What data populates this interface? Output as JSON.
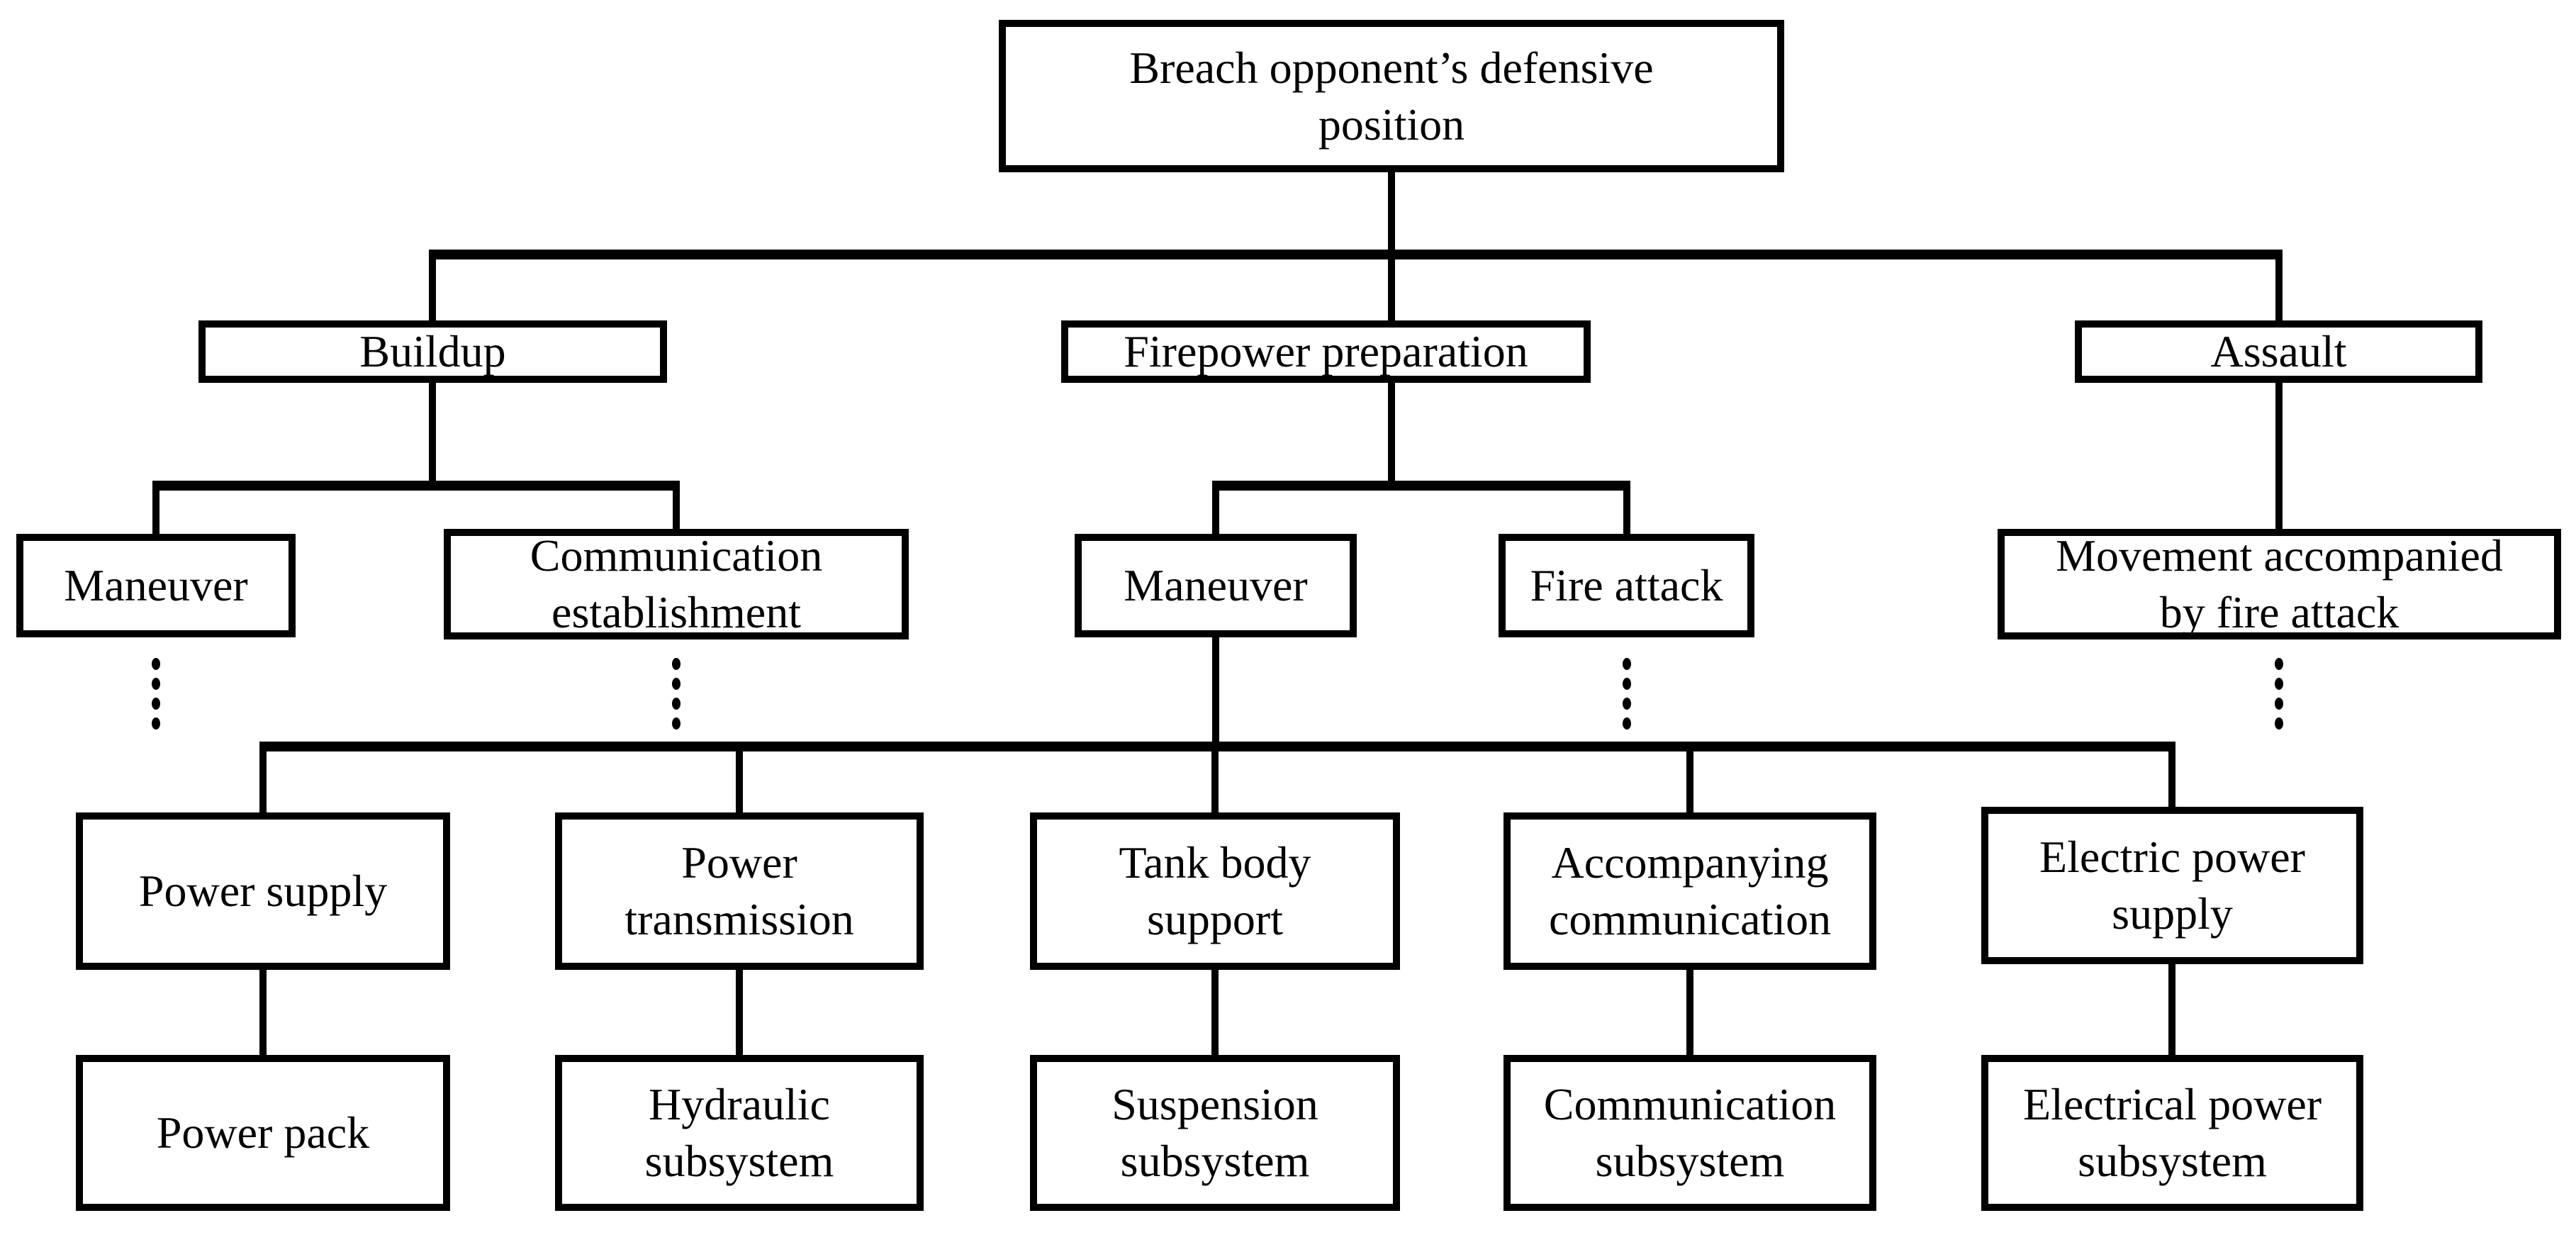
{
  "diagram": {
    "type": "hierarchy-tree",
    "colors": {
      "line": "#000000",
      "background": "#ffffff",
      "text": "#000000"
    },
    "nodes": {
      "root": {
        "label": "Breach opponent’s defensive\nposition",
        "level": 0
      },
      "buildup": {
        "label": "Buildup",
        "level": 1
      },
      "firepower_preparation": {
        "label": "Firepower preparation",
        "level": 1
      },
      "assault": {
        "label": "Assault",
        "level": 1
      },
      "maneuver_buildup": {
        "label": "Maneuver",
        "level": 2
      },
      "communication_establishment": {
        "label": "Communication\nestablishment",
        "level": 2
      },
      "maneuver_firepower": {
        "label": "Maneuver",
        "level": 2
      },
      "fire_attack": {
        "label": "Fire attack",
        "level": 2
      },
      "movement_accompanied": {
        "label": "Movement accompanied\nby fire attack",
        "level": 2
      },
      "power_supply": {
        "label": "Power supply",
        "level": 3
      },
      "power_transmission": {
        "label": "Power\ntransmission",
        "level": 3
      },
      "tank_body_support": {
        "label": "Tank body\nsupport",
        "level": 3
      },
      "accompanying_communication": {
        "label": "Accompanying\ncommunication",
        "level": 3
      },
      "electric_power_supply": {
        "label": "Electric power\nsupply",
        "level": 3
      },
      "power_pack": {
        "label": "Power pack",
        "level": 4
      },
      "hydraulic_subsystem": {
        "label": "Hydraulic\nsubsystem",
        "level": 4
      },
      "suspension_subsystem": {
        "label": "Suspension\nsubsystem",
        "level": 4
      },
      "communication_subsystem": {
        "label": "Communication\nsubsystem",
        "level": 4
      },
      "electrical_power_subsystem": {
        "label": "Electrical power\nsubsystem",
        "level": 4
      }
    },
    "edges": [
      [
        "root",
        "buildup"
      ],
      [
        "root",
        "firepower_preparation"
      ],
      [
        "root",
        "assault"
      ],
      [
        "buildup",
        "maneuver_buildup"
      ],
      [
        "buildup",
        "communication_establishment"
      ],
      [
        "firepower_preparation",
        "maneuver_firepower"
      ],
      [
        "firepower_preparation",
        "fire_attack"
      ],
      [
        "assault",
        "movement_accompanied"
      ],
      [
        "maneuver_firepower",
        "power_supply"
      ],
      [
        "maneuver_firepower",
        "power_transmission"
      ],
      [
        "maneuver_firepower",
        "tank_body_support"
      ],
      [
        "maneuver_firepower",
        "accompanying_communication"
      ],
      [
        "maneuver_firepower",
        "electric_power_supply"
      ],
      [
        "power_supply",
        "power_pack"
      ],
      [
        "power_transmission",
        "hydraulic_subsystem"
      ],
      [
        "tank_body_support",
        "suspension_subsystem"
      ],
      [
        "accompanying_communication",
        "communication_subsystem"
      ],
      [
        "electric_power_supply",
        "electrical_power_subsystem"
      ]
    ],
    "ellipsis_under": [
      "maneuver_buildup",
      "communication_establishment",
      "fire_attack",
      "movement_accompanied"
    ]
  }
}
